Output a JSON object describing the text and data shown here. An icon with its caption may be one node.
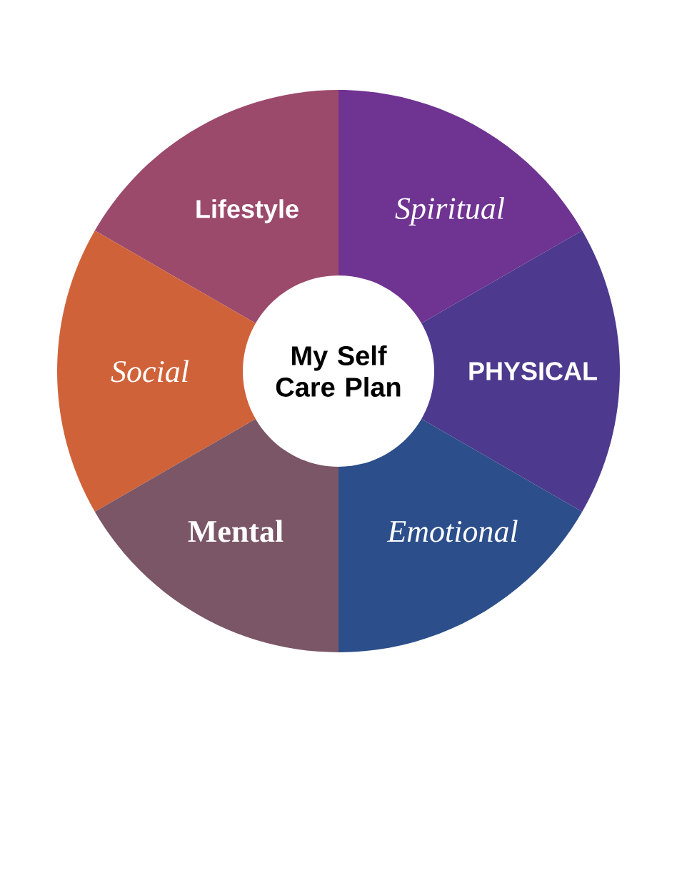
{
  "diagram": {
    "nodes": [
      {
        "text": [
          "My Self Care Plan"
        ]
      },
      {
        "text": [
          "Lifestyle"
        ]
      },
      {
        "text": [
          "Spiritual"
        ]
      },
      {
        "text": [
          "Social"
        ]
      },
      {
        "text": [
          "PHYSICAL"
        ]
      },
      {
        "text": [
          "Mental"
        ]
      },
      {
        "text": [
          "Emotional"
        ]
      }
    ]
  }
}
